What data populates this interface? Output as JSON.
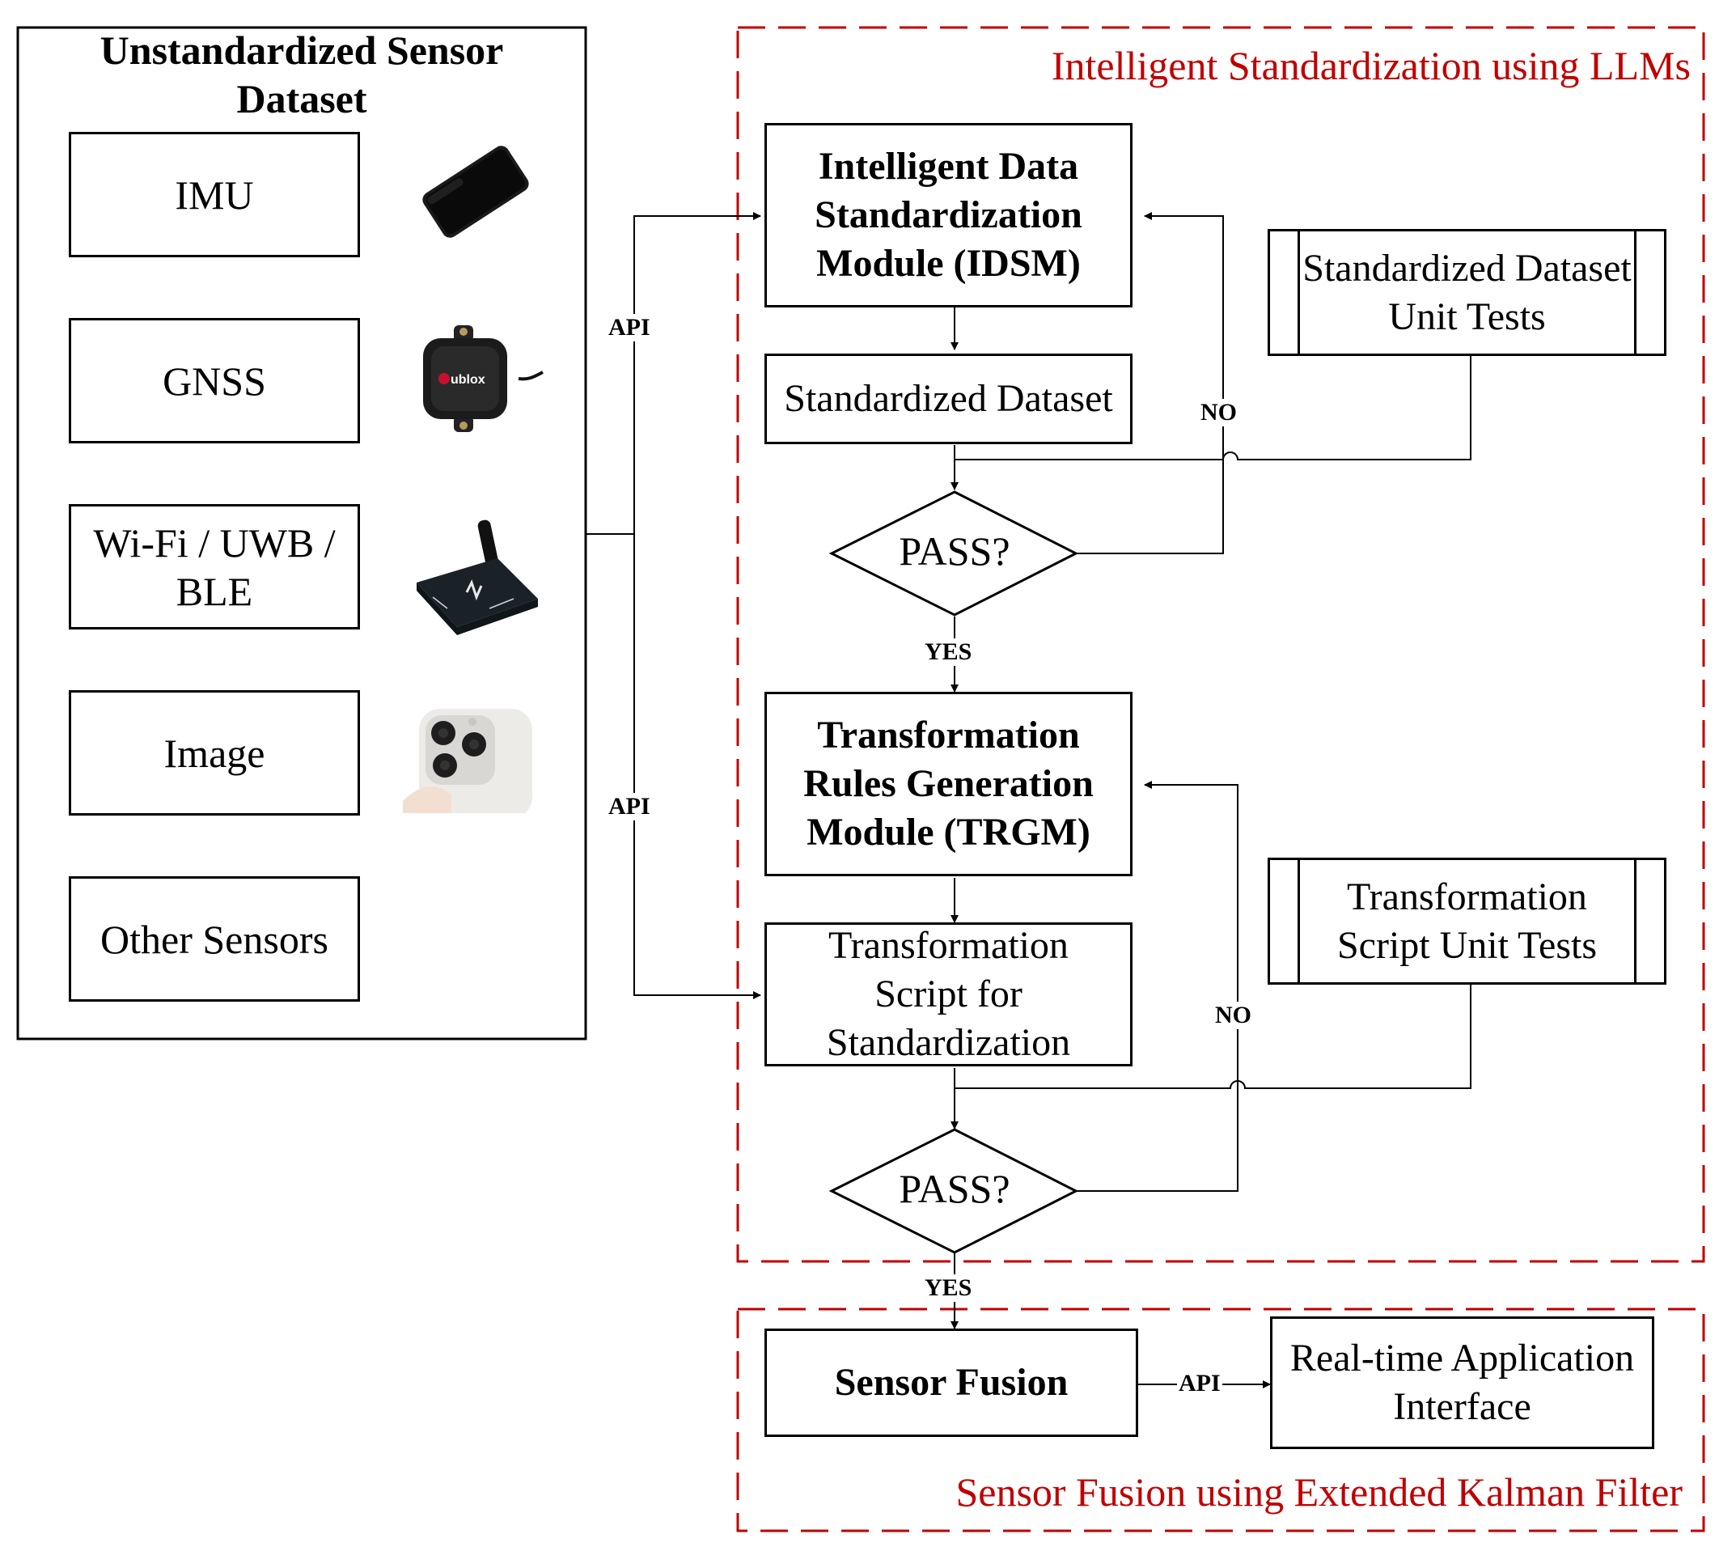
{
  "left_panel": {
    "title": "Unstandardized Sensor Dataset",
    "items": [
      {
        "label": "IMU",
        "icon": "smartphone-icon"
      },
      {
        "label": "GNSS",
        "icon": "gnss-antenna-icon"
      },
      {
        "label": "Wi-Fi / UWB / BLE",
        "icon": "wireless-module-icon"
      },
      {
        "label": "Image",
        "icon": "phone-camera-icon"
      },
      {
        "label": "Other Sensors"
      }
    ],
    "device_logo_text": "ublox"
  },
  "regions": {
    "llm_title": "Intelligent Standardization using LLMs",
    "fusion_title": "Sensor Fusion using Extended Kalman Filter",
    "border_color": "#c00000"
  },
  "flow": {
    "idsm": "Intelligent Data Standardization Module (IDSM)",
    "standardized_dataset": "Standardized Dataset",
    "unit_tests_1": "Standardized Dataset Unit Tests",
    "pass_1": "PASS?",
    "no_1": "NO",
    "yes_1": "YES",
    "trgm": "Transformation Rules Generation Module (TRGM)",
    "script": "Transformation Script for Standardization",
    "unit_tests_2": "Transformation Script Unit Tests",
    "pass_2": "PASS?",
    "no_2": "NO",
    "yes_2": "YES",
    "sensor_fusion": "Sensor Fusion",
    "realtime": "Real-time Application Interface"
  },
  "connectors": {
    "api_top": "API",
    "api_bottom": "API",
    "api_fusion": "API"
  }
}
